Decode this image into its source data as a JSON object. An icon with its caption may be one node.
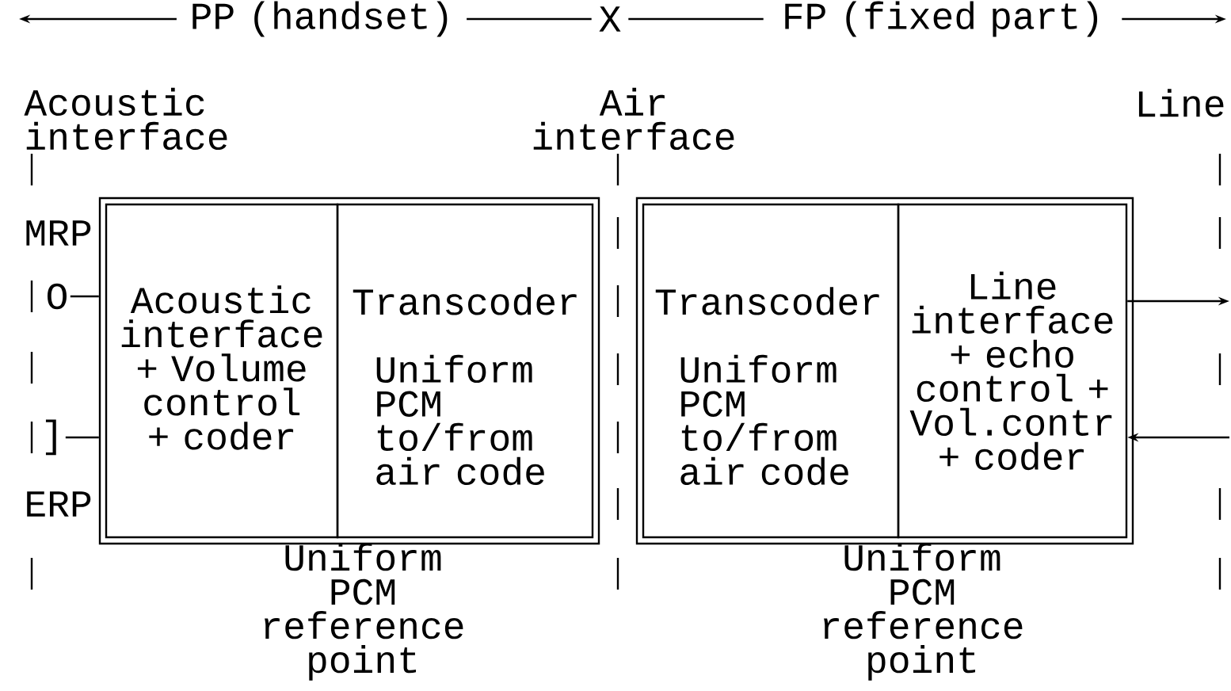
{
  "diagram": {
    "nodes": [
      {
        "text": [],
        "shape": "box"
      },
      {
        "text": [
          "Acoustic interface + Volume control + coder"
        ],
        "in": 0
      },
      {
        "text": [
          "Transcoder",
          "Uniform PCM to/from air code"
        ],
        "in": 0
      },
      {
        "text": [],
        "shape": "box"
      },
      {
        "text": [
          "Transcoder",
          "Uniform PCM to/from air code"
        ],
        "in": 3
      },
      {
        "text": [
          "Line interface + echo control + Vol.contr + coder"
        ],
        "in": 3
      },
      {
        "text": [
          "O"
        ]
      },
      {
        "text": [
          "]"
        ]
      }
    ],
    "edges": [
      {
        "from": 6,
        "to": 0,
        "arrow": "none"
      },
      {
        "from": 7,
        "to": 0,
        "arrow": "none"
      },
      {
        "from": 5,
        "to": null,
        "arrow": "to"
      },
      {
        "from": null,
        "to": 5,
        "arrow": "to"
      }
    ],
    "labels": [
      "PP (handset)",
      "X",
      "FP (fixed part)",
      "Acoustic interface",
      "Air interface",
      "Line",
      "MRP",
      "ERP",
      "Uniform PCM reference point",
      "Uniform PCM reference point"
    ]
  }
}
